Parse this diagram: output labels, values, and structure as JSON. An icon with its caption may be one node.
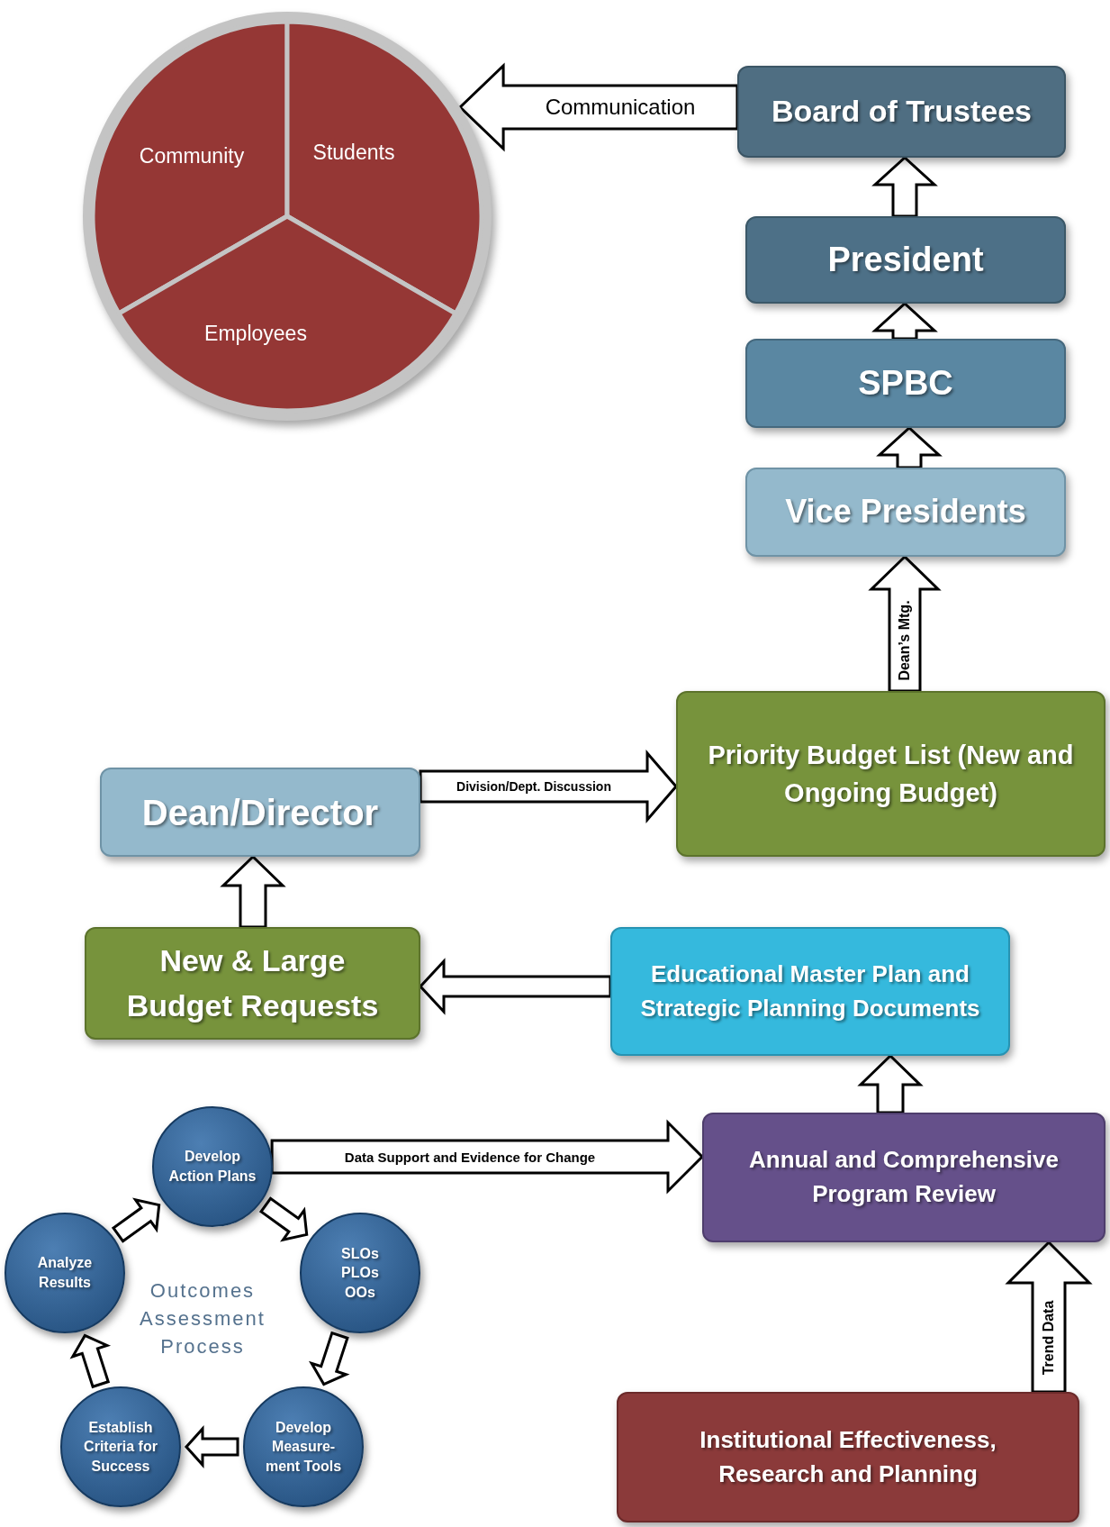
{
  "diagram": {
    "nodes": [
      {
        "text": [],
        "shape": "circle"
      },
      {
        "text": [
          "Community"
        ],
        "in": 0
      },
      {
        "text": [
          "Students"
        ],
        "in": 0
      },
      {
        "text": [
          "Employees"
        ],
        "in": 0
      },
      {
        "text": [
          "Board of Trustees"
        ]
      },
      {
        "text": [
          "President"
        ]
      },
      {
        "text": [
          "SPBC"
        ]
      },
      {
        "text": [
          "Vice Presidents"
        ]
      },
      {
        "text": [
          "Priority Budget List (New and Ongoing Budget)"
        ]
      },
      {
        "text": [
          "Dean/Director"
        ]
      },
      {
        "text": [
          "New & Large Budget Requests"
        ]
      },
      {
        "text": [
          "Educational Master Plan and Strategic Planning Documents"
        ]
      },
      {
        "text": [
          "Annual and Comprehensive Program Review"
        ]
      },
      {
        "text": [
          "Institutional Effectiveness, Research and Planning"
        ]
      },
      {
        "text": [
          "Develop Action Plans"
        ]
      },
      {
        "text": [
          "SLOs",
          "PLOs",
          "OOs"
        ]
      },
      {
        "text": [
          "Develop Measure- ment Tools"
        ]
      },
      {
        "text": [
          "Establish Criteria for Success"
        ]
      },
      {
        "text": [
          "Analyze Results"
        ]
      }
    ],
    "edges": [
      {
        "from": 4,
        "to": 0,
        "arrow": "to",
        "label": "Communication"
      },
      {
        "from": 5,
        "to": 4,
        "arrow": "to"
      },
      {
        "from": 6,
        "to": 5,
        "arrow": "to"
      },
      {
        "from": 7,
        "to": 6,
        "arrow": "to"
      },
      {
        "from": 8,
        "to": 7,
        "arrow": "to",
        "label": "Dean’s Mtg."
      },
      {
        "from": 9,
        "to": 8,
        "arrow": "to",
        "label": "Division/Dept. Discussion"
      },
      {
        "from": 10,
        "to": 9,
        "arrow": "to"
      },
      {
        "from": 11,
        "to": 10,
        "arrow": "to"
      },
      {
        "from": 12,
        "to": 11,
        "arrow": "to"
      },
      {
        "from": 13,
        "to": 12,
        "arrow": "to",
        "label": "Trend Data"
      },
      {
        "from": 14,
        "to": 12,
        "arrow": "to",
        "label": "Data Support and Evidence for Change"
      },
      {
        "from": 14,
        "to": 15,
        "arrow": "to"
      },
      {
        "from": 15,
        "to": 16,
        "arrow": "to"
      },
      {
        "from": 16,
        "to": 17,
        "arrow": "to"
      },
      {
        "from": 17,
        "to": 18,
        "arrow": "to"
      },
      {
        "from": 18,
        "to": 14,
        "arrow": "to"
      }
    ],
    "labels": [
      "Outcomes Assessment Process"
    ]
  }
}
